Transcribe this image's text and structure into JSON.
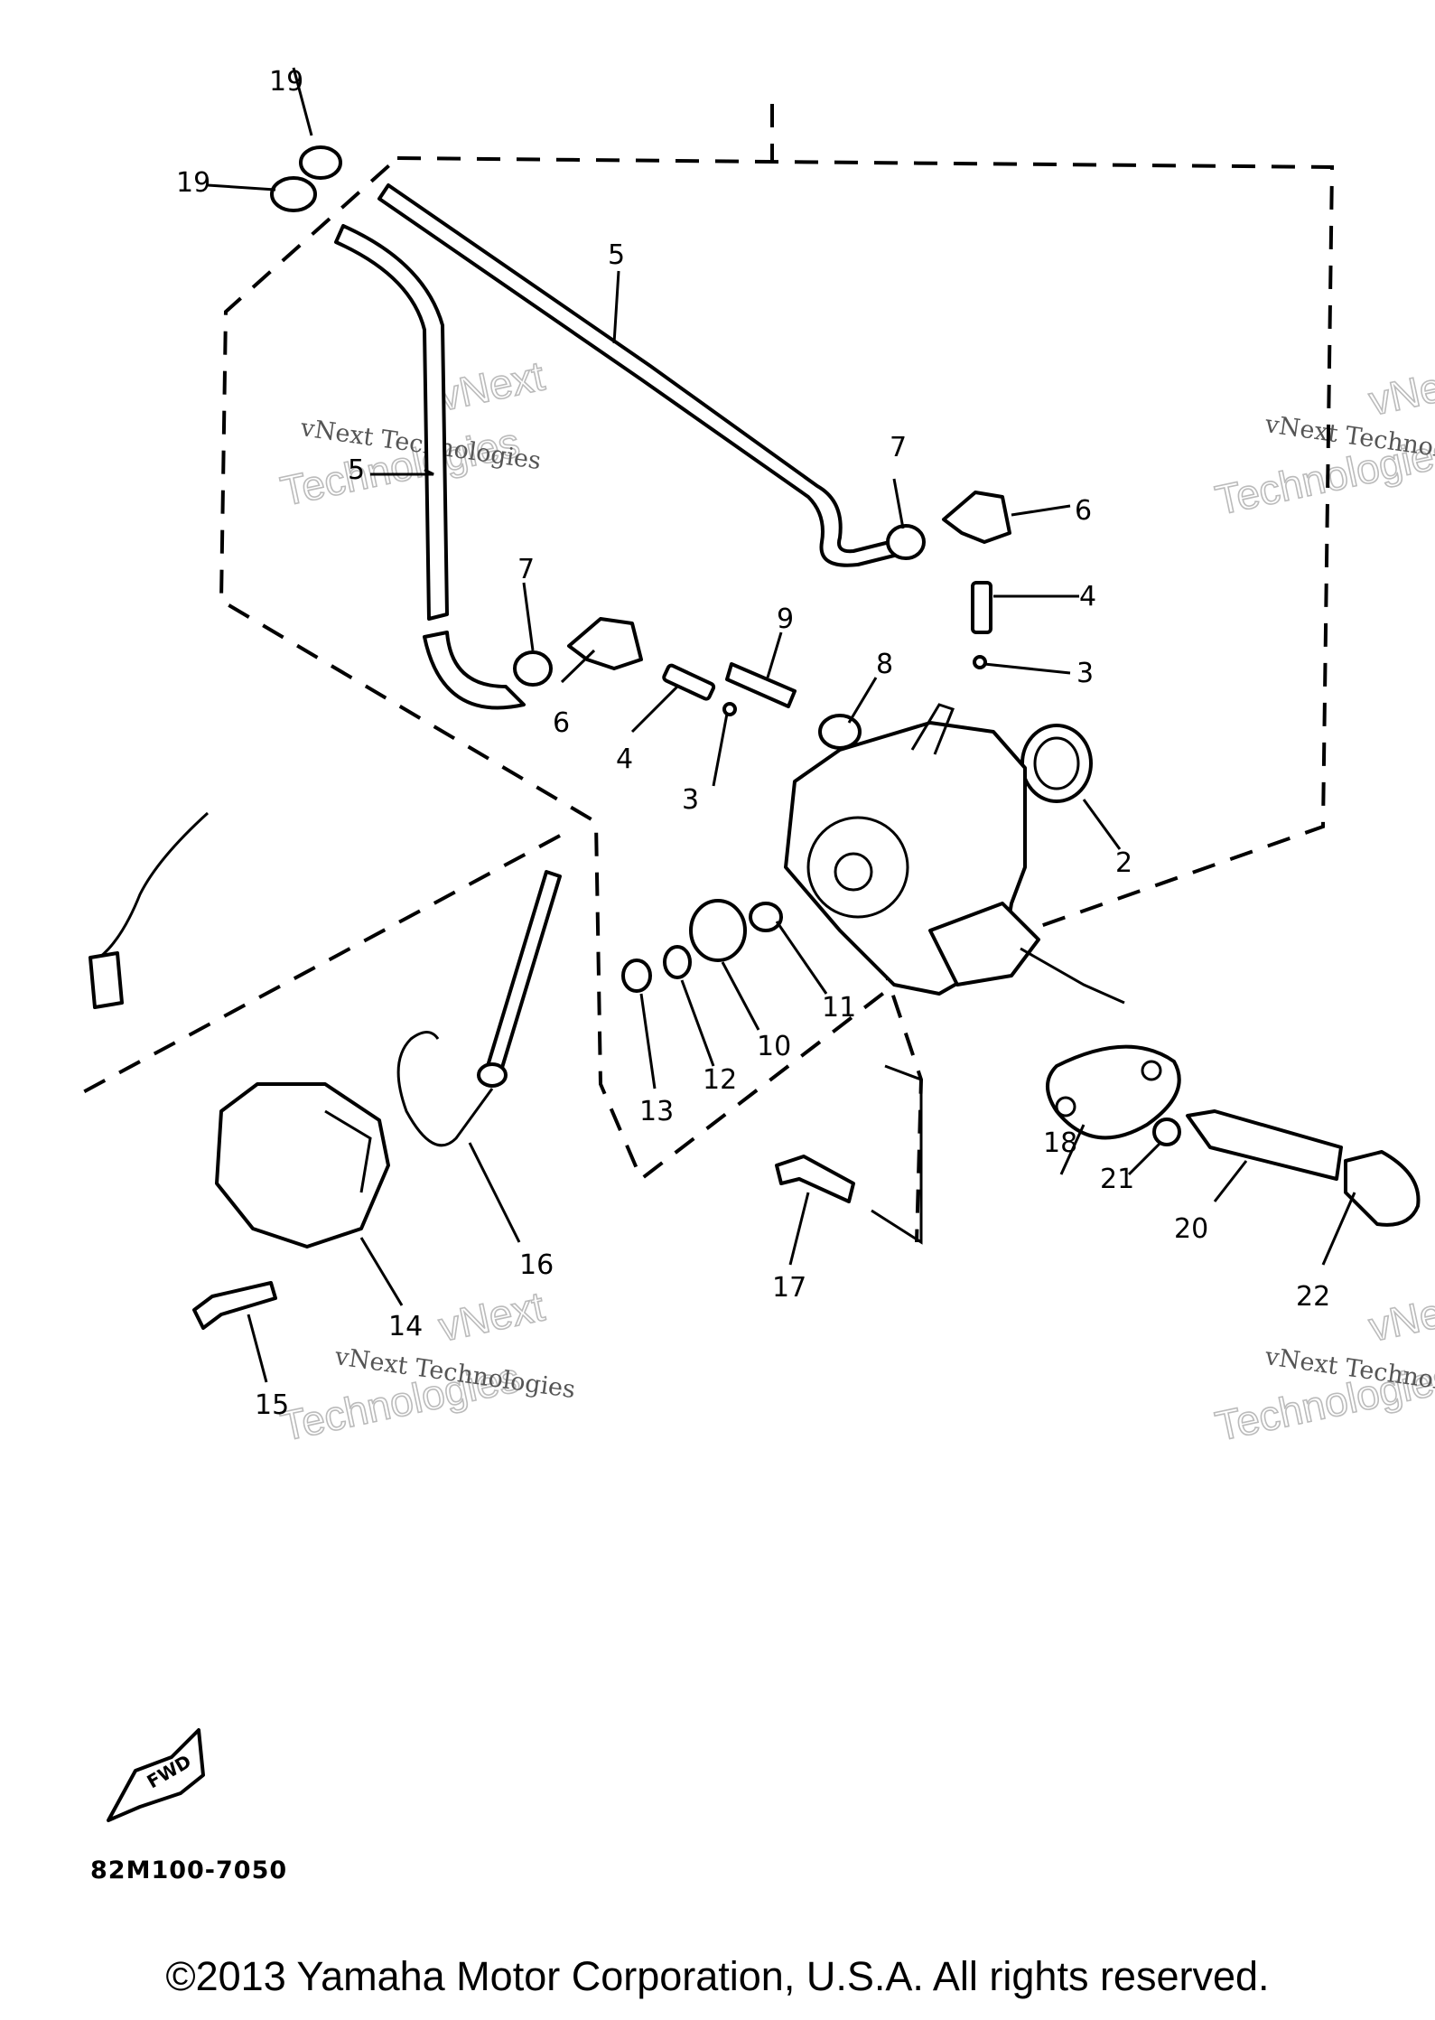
{
  "callouts": [
    "19",
    "19",
    "5",
    "5",
    "7",
    "6",
    "7",
    "6",
    "4",
    "3",
    "9",
    "4",
    "3",
    "8",
    "2",
    "11",
    "10",
    "12",
    "13",
    "18",
    "21",
    "20",
    "22",
    "17",
    "16",
    "14",
    "15"
  ],
  "watermark": {
    "line1": "vNext Technologies",
    "line2": "vNext",
    "line3": "Technologies"
  },
  "fwd_label": "FWD",
  "diagram_code": "82M100-7050",
  "copyright": "©2013 Yamaha Motor Corporation, U.S.A. All rights reserved."
}
